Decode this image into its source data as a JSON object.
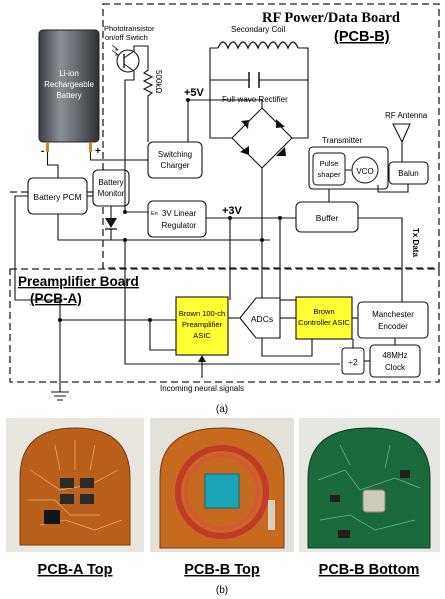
{
  "board_b": {
    "title_line1": "RF Power/Data Board",
    "title_line2": "(PCB-B)"
  },
  "board_a": {
    "title_line1": "Preamplifier Board",
    "title_line2": "(PCB-A)"
  },
  "battery": {
    "line1": "Li-ion",
    "line2": "Rechargeable",
    "line3": "Battery",
    "minus": "-",
    "plus": "+"
  },
  "phototransistor": {
    "line1": "Phototransistor",
    "line2": "on/off Swtich"
  },
  "resistor_label": "500kΩ",
  "secondary_coil": "Secondary Coil",
  "rectifier": "Full-wave Rectifier",
  "rf_antenna": "RF Antenna",
  "rails": {
    "v5": "+5V",
    "v3": "+3V"
  },
  "blocks": {
    "battery_pcm": "Battery PCM",
    "battery_monitor_1": "Battery",
    "battery_monitor_2": "Monitor",
    "switching_charger_1": "Switching",
    "switching_charger_2": "Charger",
    "linear_reg_1": "3V Linear",
    "linear_reg_2": "Regulator",
    "en": "En",
    "transmitter": "Transmitter",
    "pulse_shaper_1": "Pulse",
    "pulse_shaper_2": "shaper",
    "vco": "VCO",
    "balun": "Balun",
    "buffer": "Buffer",
    "tx_data": "Tx Data",
    "preamp_1": "Brown 100-ch",
    "preamp_2": "Preamplifier",
    "preamp_3": "ASIC",
    "adcs": "ADCs",
    "controller_1": "Brown",
    "controller_2": "Controller ASIC",
    "manchester_1": "Manchester",
    "manchester_2": "Encoder",
    "div2": "÷2",
    "clock_1": "48MHz",
    "clock_2": "Clock"
  },
  "incoming_signals": "Incoming neural signals",
  "fig_a_label": "(a)",
  "photos": {
    "pcb_a_top": "PCB-A Top",
    "pcb_b_top": "PCB-B Top",
    "pcb_b_bottom": "PCB-B Bottom"
  },
  "fig_b_label": "(b)",
  "colors": {
    "asic_fill": "#ffff33",
    "pcb_green": "#1b6a3d",
    "pcb_orange": "#b8601c",
    "coil_copper": "#c0392b"
  }
}
